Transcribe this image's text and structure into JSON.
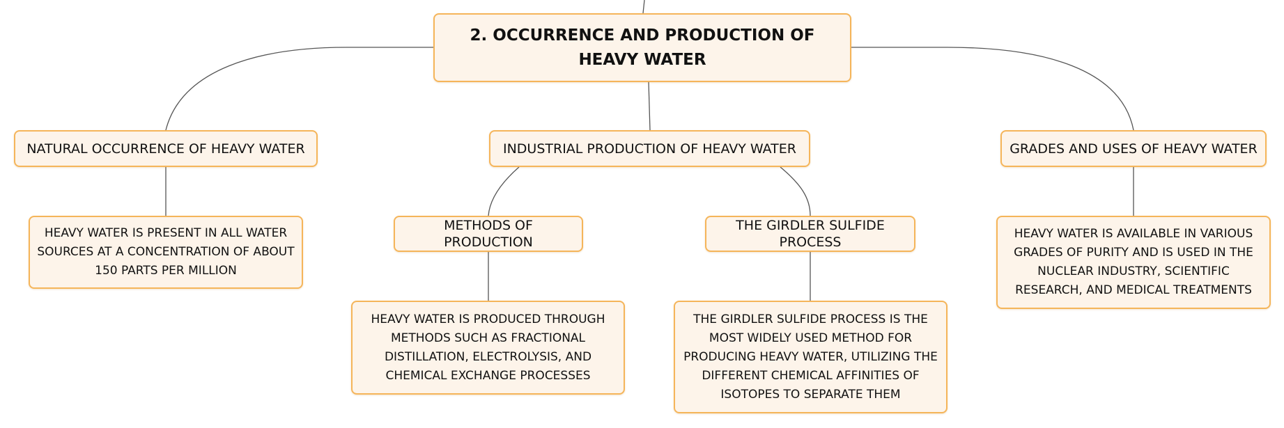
{
  "root": {
    "title": "2. OCCURRENCE AND PRODUCTION OF HEAVY WATER"
  },
  "branches": {
    "natural": "NATURAL OCCURRENCE OF HEAVY WATER",
    "industrial": "INDUSTRIAL PRODUCTION OF HEAVY WATER",
    "grades": "GRADES AND USES OF HEAVY WATER"
  },
  "sub_branches": {
    "methods": "METHODS OF PRODUCTION",
    "girdler": "THE GIRDLER SULFIDE PROCESS"
  },
  "leaves": {
    "natural_detail": "HEAVY WATER IS PRESENT IN ALL WATER SOURCES AT A CONCENTRATION OF ABOUT 150 PARTS PER MILLION",
    "methods_detail": "HEAVY WATER IS PRODUCED THROUGH METHODS SUCH AS FRACTIONAL DISTILLATION, ELECTROLYSIS, AND CHEMICAL EXCHANGE PROCESSES",
    "girdler_detail": "THE GIRDLER SULFIDE PROCESS IS THE MOST WIDELY USED METHOD FOR PRODUCING HEAVY WATER, UTILIZING THE DIFFERENT CHEMICAL AFFINITIES OF ISOTOPES TO SEPARATE THEM",
    "grades_detail": "HEAVY WATER IS AVAILABLE IN VARIOUS GRADES OF PURITY AND IS USED IN THE NUCLEAR INDUSTRY, SCIENTIFIC RESEARCH, AND MEDICAL TREATMENTS"
  },
  "colors": {
    "node_fill": "#fdf4ea",
    "node_border": "#f5b55a",
    "connector": "#555555"
  }
}
